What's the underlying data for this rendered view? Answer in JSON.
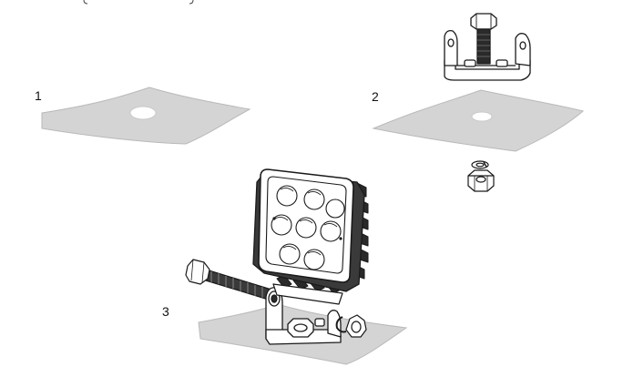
{
  "diagram": {
    "steps": [
      {
        "label": "1"
      },
      {
        "label": "2"
      },
      {
        "label": "3"
      }
    ],
    "colors": {
      "surface": "#d4d4d4",
      "surface_edge": "#b9b9b9",
      "line": "#1a1a1a",
      "metal": "#ffffff",
      "dark": "#2a2a2a"
    }
  }
}
